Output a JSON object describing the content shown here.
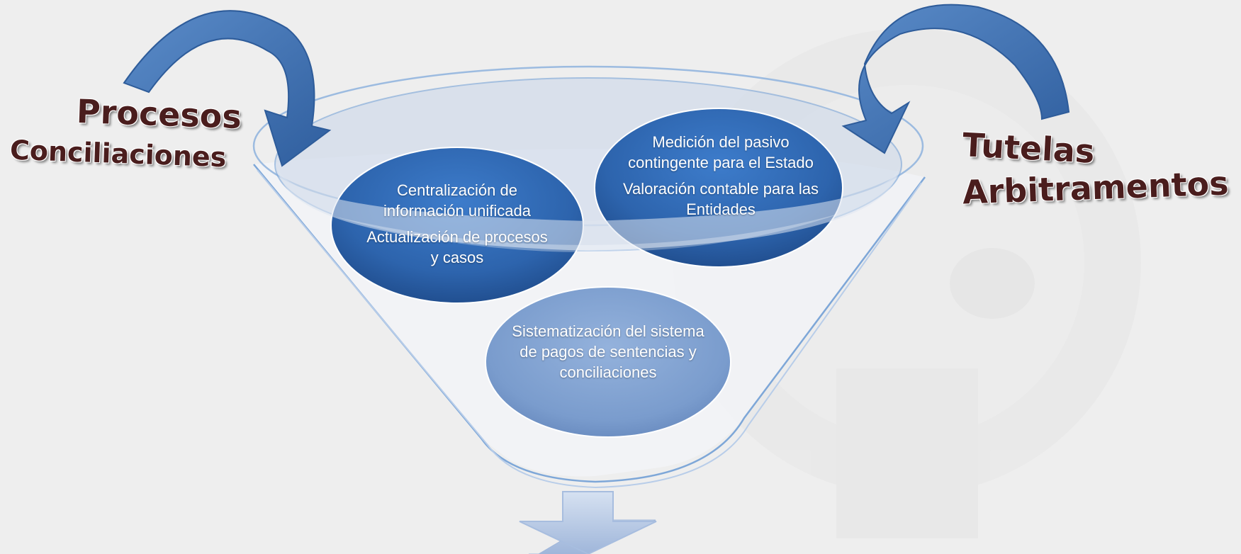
{
  "diagram": {
    "inputs_left": [
      "Procesos",
      "Conciliaciones"
    ],
    "inputs_right": [
      "Tutelas",
      "Arbitramentos"
    ],
    "stages": [
      {
        "lines_a": "Centralización de información unificada",
        "lines_b": "Actualización de procesos y casos"
      },
      {
        "lines_a": "Medición del pasivo contingente para el Estado",
        "lines_b": "Valoración contable para las Entidades"
      },
      {
        "lines_a": "Sistematización del sistema de pagos de sentencias y conciliaciones",
        "lines_b": ""
      }
    ]
  },
  "colors": {
    "background": "#eeeeee",
    "arrow_blue": "#3f6fae",
    "ellipse_dark": "#2e66b0",
    "ellipse_light": "#7ea0cf",
    "funnel_line": "#7ea7d8",
    "label_text": "#4a1d1d"
  },
  "icons": [
    "curved-arrow-icon",
    "down-arrow-icon",
    "funnel-icon"
  ]
}
